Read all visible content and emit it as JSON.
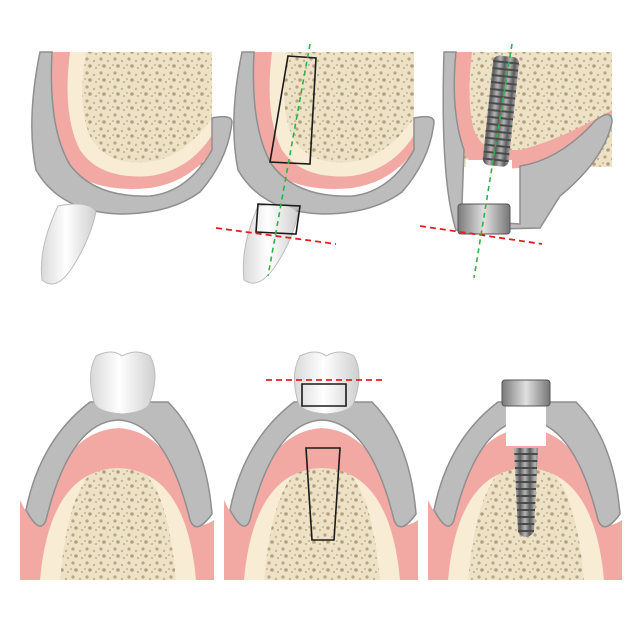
{
  "colors": {
    "background": "#ffffff",
    "bone_base": "#ede1c6",
    "bone_pore": "#b8a685",
    "cortical": "#f8ecd5",
    "gum": "#f2a9a4",
    "soft_tissue": "#bcbcbd",
    "soft_tissue_stroke": "#8f8f90",
    "enamel": "#f3f3f3",
    "implant": "#7d7d7d",
    "abutment": "#9c9c9c",
    "outline": "#1a1a1a",
    "guide_red": "#e02020",
    "guide_green": "#2db34a"
  },
  "panels": [
    {
      "id": "upper-1",
      "description_icon": "upper-jaw-tooth-icon"
    },
    {
      "id": "upper-2",
      "description_icon": "upper-jaw-planned-cut-icon"
    },
    {
      "id": "upper-3",
      "description_icon": "upper-jaw-implant-icon"
    },
    {
      "id": "lower-1",
      "description_icon": "lower-jaw-tooth-icon"
    },
    {
      "id": "lower-2",
      "description_icon": "lower-jaw-planned-cut-icon"
    },
    {
      "id": "lower-3",
      "description_icon": "lower-jaw-implant-icon"
    }
  ]
}
